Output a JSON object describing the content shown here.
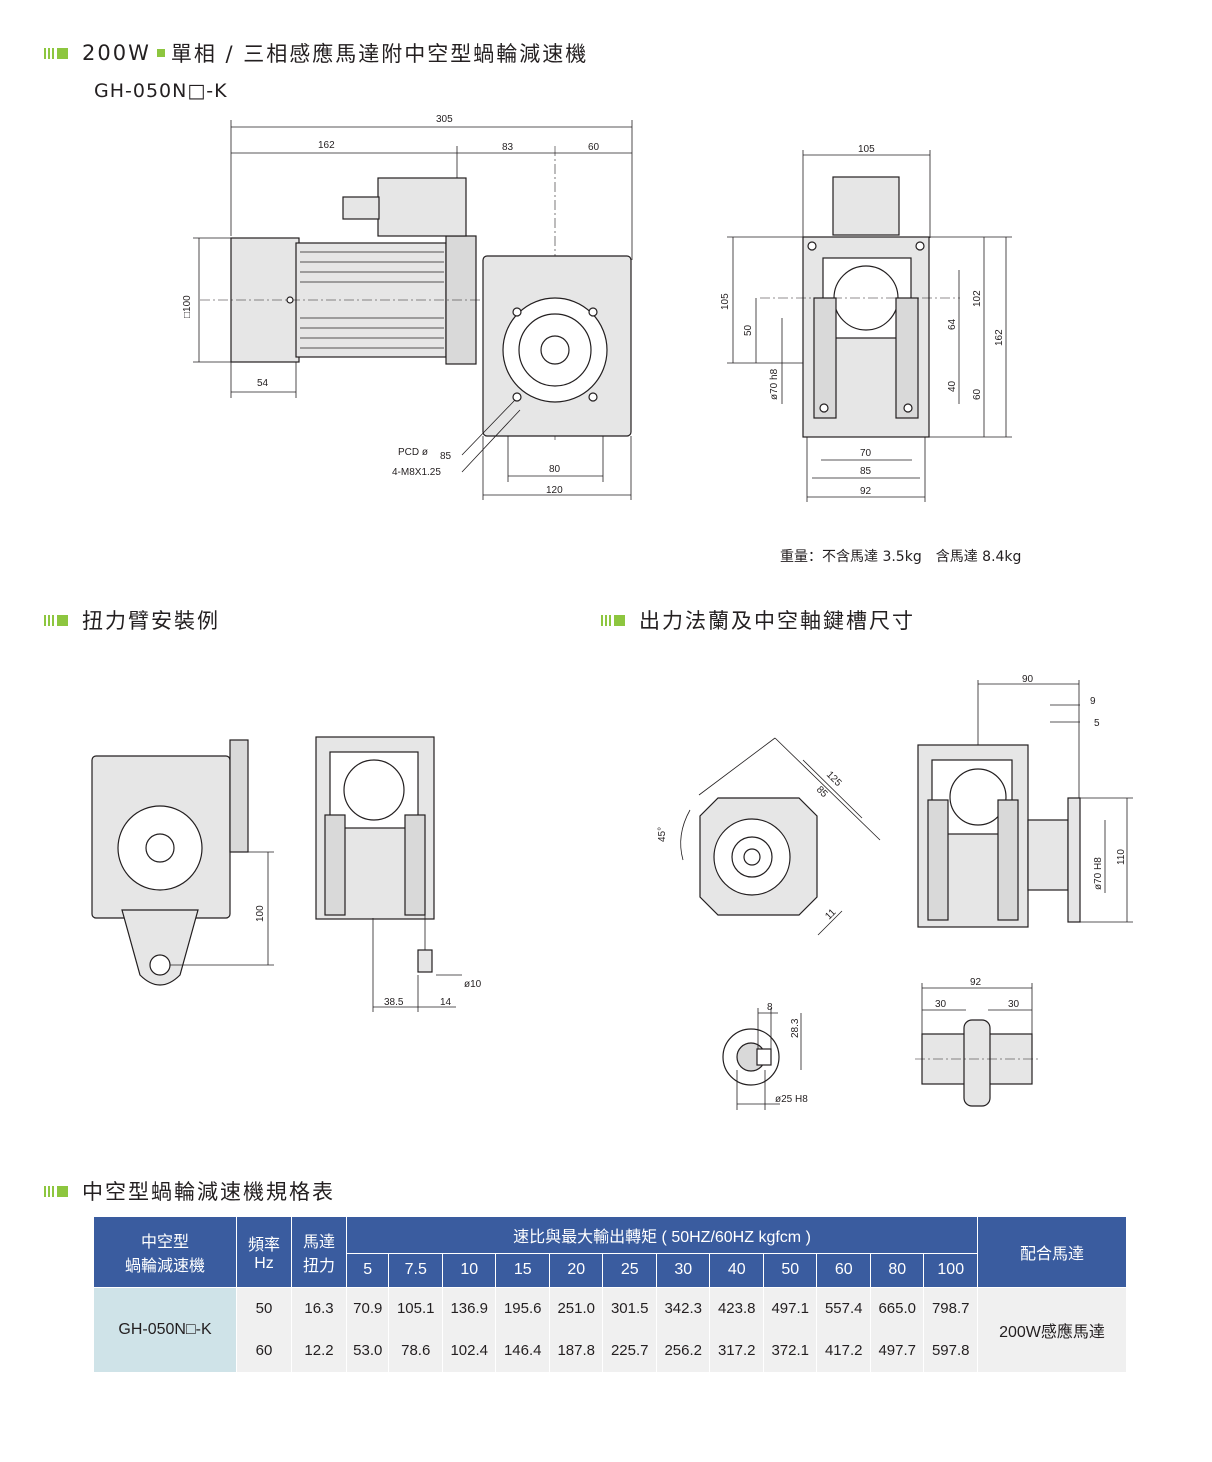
{
  "sections": {
    "title": {
      "prefix": "200W",
      "text": "單相 / 三相感應馬達附中空型蝸輪減速機"
    },
    "model_code": "GH-050N□-K",
    "torque_arm": "扭力臂安裝例",
    "flange": "出力法蘭及中空軸鍵槽尺寸",
    "spec_table": "中空型蝸輪減速機規格表"
  },
  "weight_note": "重量：不含馬達 3.5kg　含馬達 8.4kg",
  "drawing1": {
    "dims": {
      "d305": "305",
      "d162": "162",
      "d83": "83",
      "d60": "60",
      "d100": "□100",
      "d54": "54",
      "pcd": "PCD ø",
      "pcd85": "85",
      "m8": "4-M8X1.25",
      "d80": "80",
      "d120": "120"
    }
  },
  "drawing2": {
    "dims": {
      "d105t": "105",
      "d105": "105",
      "d50": "50",
      "d70h8": "ø70 h8",
      "d64": "64",
      "d40": "40",
      "d102": "102",
      "d60": "60",
      "d162": "162",
      "d70": "70",
      "d85": "85",
      "d92": "92"
    }
  },
  "drawing3": {
    "dims": {
      "d100": "100",
      "d10": "ø10",
      "d385": "38.5",
      "d14": "14"
    }
  },
  "drawing4": {
    "dims": {
      "d125": "125",
      "d85": "85",
      "a45": "45°",
      "d11": "11"
    }
  },
  "drawing5": {
    "dims": {
      "d90": "90",
      "d9": "9",
      "d5": "5",
      "d70h8": "ø70 H8",
      "d110": "110"
    }
  },
  "drawing6": {
    "dims": {
      "d8": "8",
      "d283": "28.3",
      "d25h8": "ø25 H8"
    }
  },
  "drawing7": {
    "dims": {
      "d92": "92",
      "d30a": "30",
      "d30b": "30"
    }
  },
  "table": {
    "col_model": [
      "中空型",
      "蝸輪減速機"
    ],
    "col_freq": [
      "頻率",
      "Hz"
    ],
    "col_torque": [
      "馬達",
      "扭力"
    ],
    "col_ratio_header": "速比與最大輸出轉矩 ( 50HZ/60HZ kgfcm )",
    "col_motor": "配合馬達",
    "ratios": [
      "5",
      "7.5",
      "10",
      "15",
      "20",
      "25",
      "30",
      "40",
      "50",
      "60",
      "80",
      "100"
    ],
    "model": "GH-050N□-K",
    "motor": "200W感應馬達",
    "rows": [
      {
        "hz": "50",
        "torque": "16.3",
        "values": [
          "70.9",
          "105.1",
          "136.9",
          "195.6",
          "251.0",
          "301.5",
          "342.3",
          "423.8",
          "497.1",
          "557.4",
          "665.0",
          "798.7"
        ]
      },
      {
        "hz": "60",
        "torque": "12.2",
        "values": [
          "53.0",
          "78.6",
          "102.4",
          "146.4",
          "187.8",
          "225.7",
          "256.2",
          "317.2",
          "372.1",
          "417.2",
          "497.7",
          "597.8"
        ]
      }
    ]
  }
}
